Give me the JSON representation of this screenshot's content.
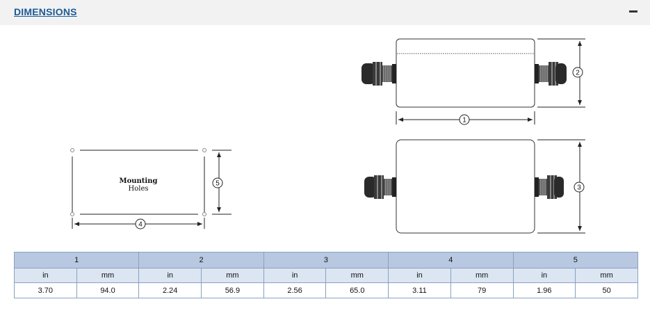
{
  "header": {
    "title": "DIMENSIONS",
    "collapse_symbol": "−"
  },
  "drawing": {
    "mounting_line1": "Mounting",
    "mounting_line2": "Holes",
    "callouts": [
      "1",
      "2",
      "3",
      "4",
      "5"
    ]
  },
  "table": {
    "columns": [
      {
        "label": "1",
        "in_header": "in",
        "mm_header": "mm",
        "in_value": "3.70",
        "mm_value": "94.0"
      },
      {
        "label": "2",
        "in_header": "in",
        "mm_header": "mm",
        "in_value": "2.24",
        "mm_value": "56.9"
      },
      {
        "label": "3",
        "in_header": "in",
        "mm_header": "mm",
        "in_value": "2.56",
        "mm_value": "65.0"
      },
      {
        "label": "4",
        "in_header": "in",
        "mm_header": "mm",
        "in_value": "3.11",
        "mm_value": "79"
      },
      {
        "label": "5",
        "in_header": "in",
        "mm_header": "mm",
        "in_value": "1.96",
        "mm_value": "50"
      }
    ]
  }
}
